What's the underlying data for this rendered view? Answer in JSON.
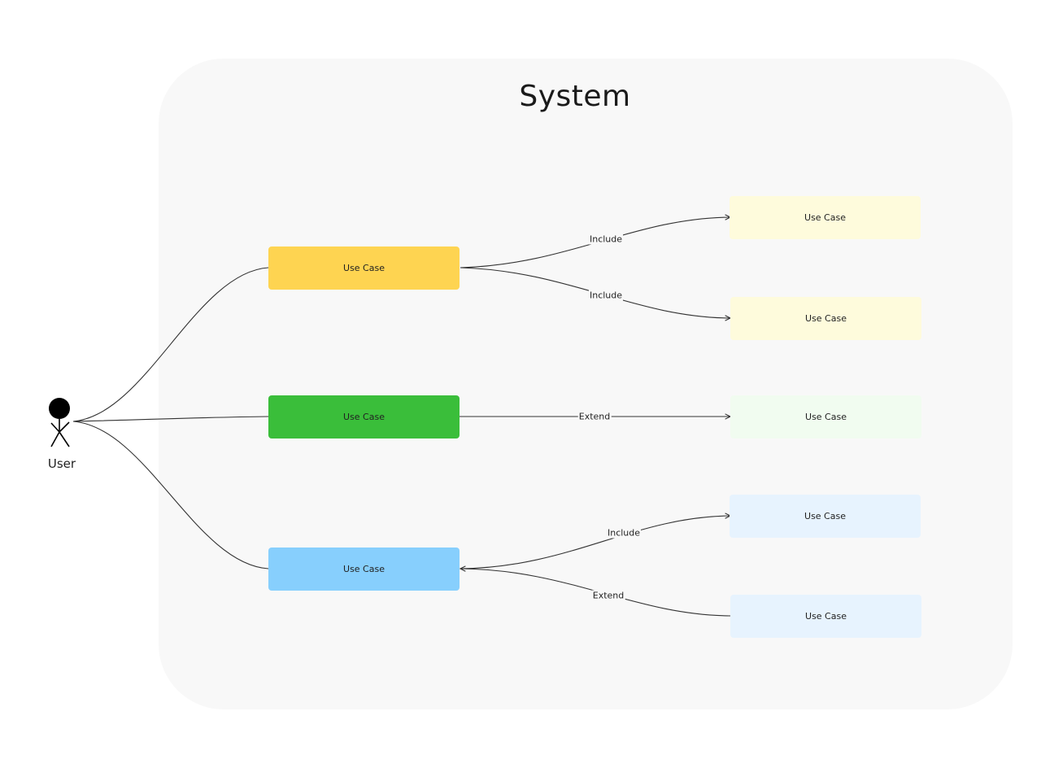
{
  "system": {
    "title": "System"
  },
  "actor": {
    "label": "User",
    "icon": "stick-figure-icon"
  },
  "colors": {
    "primary_yellow": "#fed451",
    "primary_green": "#3abe3a",
    "primary_blue": "#87cffd",
    "light_yellow": "#fefbdc",
    "light_green": "#f1fcf0",
    "light_blue": "#e7f3fe",
    "system_bg": "#f8f8f8",
    "edge": "#333333"
  },
  "use_cases": {
    "main_top": {
      "label": "Use Case"
    },
    "main_middle": {
      "label": "Use Case"
    },
    "main_bottom": {
      "label": "Use Case"
    },
    "right_1": {
      "label": "Use Case"
    },
    "right_2": {
      "label": "Use Case"
    },
    "right_3": {
      "label": "Use Case"
    },
    "right_4": {
      "label": "Use Case"
    },
    "right_5": {
      "label": "Use Case"
    }
  },
  "relations": {
    "top_include_1": "Include",
    "top_include_2": "Include",
    "middle_extend": "Extend",
    "bottom_include": "Include",
    "bottom_extend": "Extend"
  }
}
